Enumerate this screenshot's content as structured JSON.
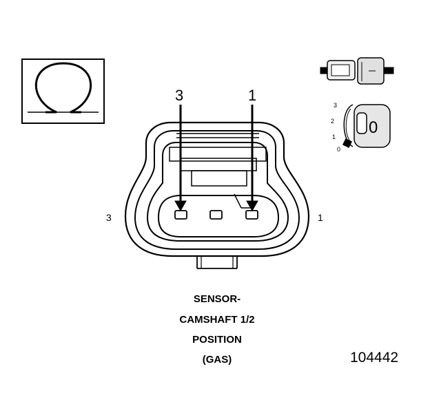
{
  "pin_labels": {
    "top_left": "3",
    "top_right": "1",
    "side_left": "3",
    "side_right": "1"
  },
  "position_scale": [
    "3",
    "2",
    "1",
    "0"
  ],
  "rotary_indicator": "0",
  "caption": [
    "SENSOR-",
    "CAMSHAFT 1/2",
    "POSITION",
    "(GAS)"
  ],
  "reference_number": "104442",
  "icons": [
    "omega-symbol-icon",
    "connector-halves-icon",
    "rotary-position-lock-icon"
  ]
}
